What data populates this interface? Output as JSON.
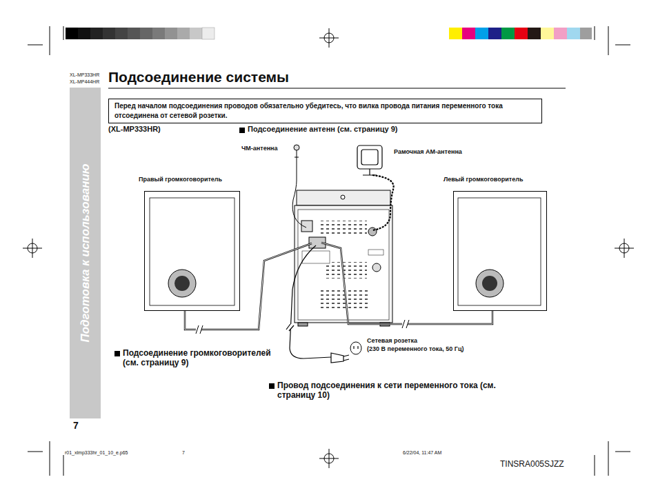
{
  "diagram": {
    "title": "Подсоединение системы",
    "nodes": [
      {
        "text": [
          "Подготовка к использованию"
        ]
      },
      {
        "text": [
          "Перед началом подсоединения проводов обязательно убедитесь, что вилка провода питания переменного тока отсоединена от сетевой розетки."
        ]
      },
      {
        "text": [
          "Правый громкоговоритель"
        ]
      },
      {
        "text": [
          "Левый громкоговоритель"
        ]
      }
    ],
    "labels": [
      "XL-MP333HR",
      "XL-MP444HR",
      "(XL-MP333HR)",
      "Подсоединение антенн (см. страницу 9)",
      "ЧМ-антенна",
      "Рамочная АМ-антенна",
      "Сетевая розетка",
      "(230 В переменного тока, 50 Гц)",
      "Подсоединение громкоговорителей (см. страницу 9)",
      "Провод подсоединения к сети переменного тока (см. страницу 10)",
      "7",
      "r01_xlmp333hr_01_10_e.p65",
      "7",
      "6/22/04, 11:47 AM",
      "TINSRA005SJZZ"
    ]
  }
}
